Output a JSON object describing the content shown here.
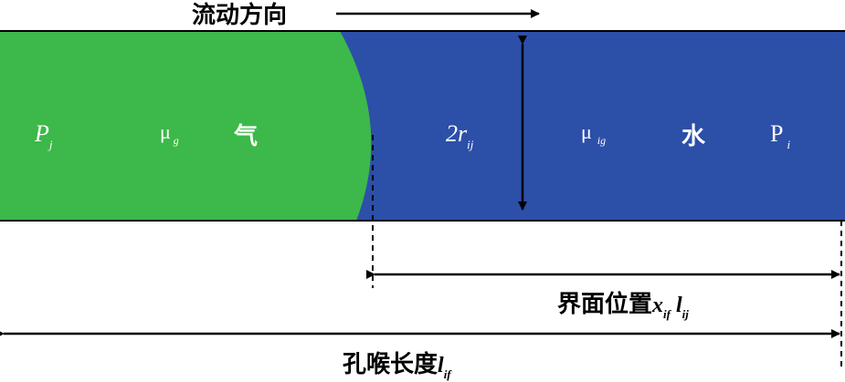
{
  "flow_direction_label": "流动方向",
  "gas": {
    "pressure_symbol": "P",
    "pressure_subscript": "j",
    "viscosity_symbol": "μ",
    "viscosity_subscript": "g",
    "phase_label": "气"
  },
  "water": {
    "radius_symbol": "2r",
    "radius_subscript": "ij",
    "viscosity_symbol": "μ",
    "viscosity_subscript": "ig",
    "phase_label": "水",
    "pressure_symbol": "P",
    "pressure_subscript": "i"
  },
  "interface_position": {
    "label": "界面位置",
    "x_symbol": "x",
    "x_subscript": "if",
    "l_symbol": "l",
    "l_subscript": "ij"
  },
  "throat_length": {
    "label": "孔喉长度",
    "l_symbol": "l",
    "l_subscript": "if"
  },
  "colors": {
    "gas": "#3db84a",
    "water": "#2c4fa8",
    "line": "#000000",
    "text_on_fill": "#ffffff"
  }
}
